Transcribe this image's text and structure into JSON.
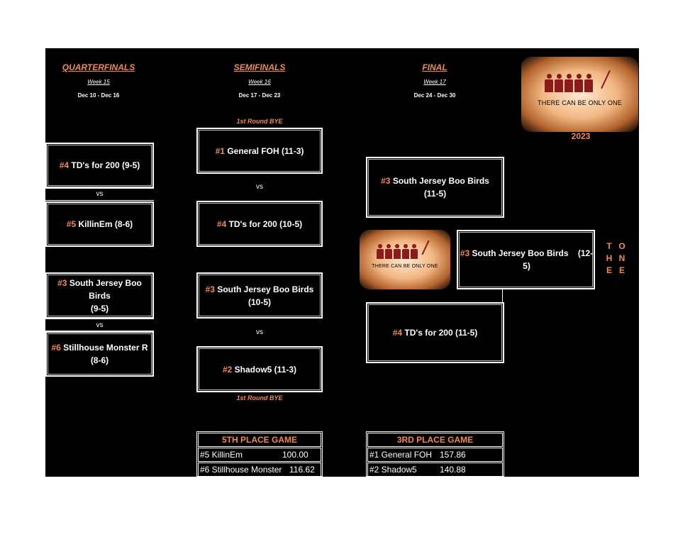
{
  "rounds": {
    "quarterfinals": {
      "title": "QUARTERFINALS",
      "week": "Week 15",
      "dates": "Dec 10 - Dec 16"
    },
    "semifinals": {
      "title": "SEMIFINALS",
      "week": "Week 16",
      "dates": "Dec 17 - Dec 23"
    },
    "final": {
      "title": "FINAL",
      "week": "Week 17",
      "dates": "Dec 24 - Dec 30"
    }
  },
  "bye_label": "1st Round BYE",
  "vs_label": "vs",
  "logo": {
    "tagline": "THERE CAN BE ONLY ONE",
    "year": "2023"
  },
  "the_one": {
    "col1": [
      "T",
      "H",
      "E"
    ],
    "col2": [
      "O",
      "N",
      "E"
    ]
  },
  "quarterfinal_matchups": [
    {
      "top": {
        "seed": "#4",
        "team": "TD's for 200 (9-5)"
      },
      "bottom": {
        "seed": "#5",
        "team": "KillinEm (8-6)"
      }
    },
    {
      "top": {
        "seed": "#3",
        "team": "South Jersey Boo Birds",
        "record": "(9-5)"
      },
      "bottom": {
        "seed": "#6",
        "team": "Stillhouse Monster R",
        "record": "(8-6)"
      }
    }
  ],
  "semifinal_matchups": [
    {
      "top": {
        "seed": "#1",
        "team": "General FOH (11-3)"
      },
      "bottom": {
        "seed": "#4",
        "team": "TD's for 200 (10-5)"
      }
    },
    {
      "top": {
        "seed": "#3",
        "team": "South Jersey Boo Birds",
        "record": "(10-5)"
      },
      "bottom": {
        "seed": "#2",
        "team": "Shadow5 (11-3)"
      }
    }
  ],
  "final_matchup": {
    "top": {
      "seed": "#3",
      "team": "South Jersey  Boo Birds",
      "record": "(11-5)"
    },
    "bottom": {
      "seed": "#4",
      "team": "TD's for 200 (11-5)"
    }
  },
  "champion": {
    "seed": "#3",
    "team": "South Jersey Boo Birds",
    "record": "(12-5)"
  },
  "fifth_place": {
    "title": "5TH PLACE GAME",
    "rows": [
      {
        "team": "#5 KillinEm",
        "score": "100.00"
      },
      {
        "team": "#6 Stillhouse Monster",
        "score": "116.62"
      }
    ]
  },
  "third_place": {
    "title": "3RD PLACE GAME",
    "rows": [
      {
        "team": "#1 General FOH",
        "score": "157.86"
      },
      {
        "team": "#2 Shadow5",
        "score": "140.88"
      }
    ]
  }
}
